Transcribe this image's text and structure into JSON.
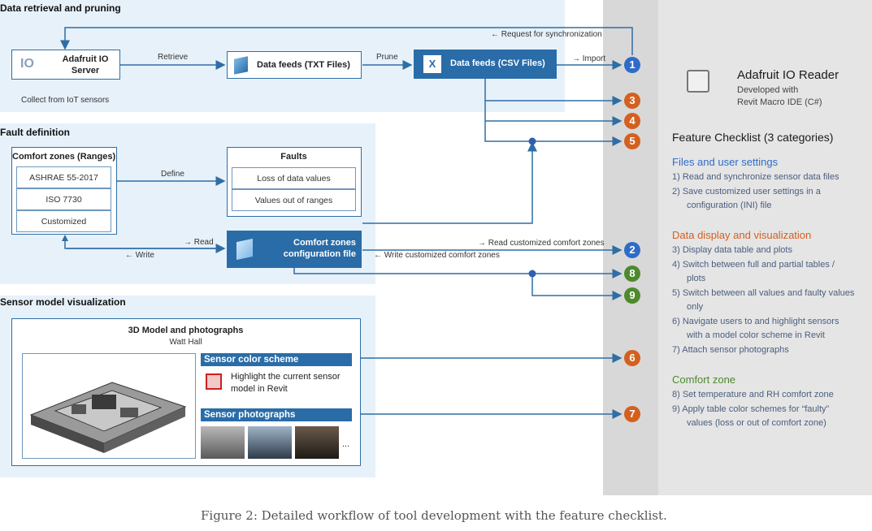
{
  "sections": {
    "retrieval": "Data retrieval and pruning",
    "fault": "Fault definition",
    "sensor": "Sensor model visualization"
  },
  "nodes": {
    "adafruit": "Adafruit IO\nServer",
    "collect": "Collect from IoT sensors",
    "retrieve": "Retrieve",
    "txt": "Data feeds (TXT Files)",
    "prune": "Prune",
    "csv": "Data feeds (CSV Files)",
    "import": "→ Import",
    "request_sync": "← Request for synchronization",
    "comfort_title": "Comfort zones (Ranges)",
    "ashrae": "ASHRAE 55-2017",
    "iso": "ISO 7730",
    "customized": "Customized",
    "define": "Define",
    "faults_title": "Faults",
    "loss": "Loss of data values",
    "out_range": "Values out of ranges",
    "read": "→ Read",
    "write": "← Write",
    "config": "Comfort zones\nconfiguration file",
    "read_custom": "→ Read customized comfort zones",
    "write_custom": "← Write customized comfort zones",
    "model_title": "3D Model and photographs",
    "model_sub": "Watt Hall",
    "color_scheme": "Sensor color scheme",
    "highlight": "Highlight the current sensor\nmodel in Revit",
    "photos": "Sensor photographs",
    "ellipsis": "..."
  },
  "badges": [
    "1",
    "3",
    "4",
    "5",
    "2",
    "8",
    "9",
    "6",
    "7"
  ],
  "panel": {
    "title": "Adafruit IO Reader",
    "subtitle": "Developed with\nRevit Macro IDE (C#)",
    "checklist": "Feature Checklist (3 categories)",
    "cat1": "Files and user settings",
    "i1": "1)  Read and synchronize sensor data files",
    "i2a": "2)  Save customized user settings in a",
    "i2b": "configuration (INI) file",
    "cat2": "Data display and visualization",
    "i3": "3)  Display data table and plots",
    "i4a": "4)  Switch between full and partial tables /",
    "i4b": "plots",
    "i5a": "5)  Switch between all values and faulty values",
    "i5b": "only",
    "i6a": "6)  Navigate users to and highlight sensors",
    "i6b": "with a model color scheme in Revit",
    "i7": "7)  Attach sensor photographs",
    "cat3": "Comfort zone",
    "i8": "8)  Set temperature and RH comfort zone",
    "i9a": "9)  Apply table color schemes for “faulty”",
    "i9b": "values (loss or out of comfort zone)"
  },
  "colors": {
    "blue": "#2f6cc8",
    "orange": "#d4601f",
    "green": "#4d8a2e",
    "cat_blue": "#2f6cc8",
    "cat_orange": "#d4601f",
    "cat_green": "#4d8a2e"
  },
  "caption": "Figure 2: Detailed workflow of tool development with the feature checklist."
}
